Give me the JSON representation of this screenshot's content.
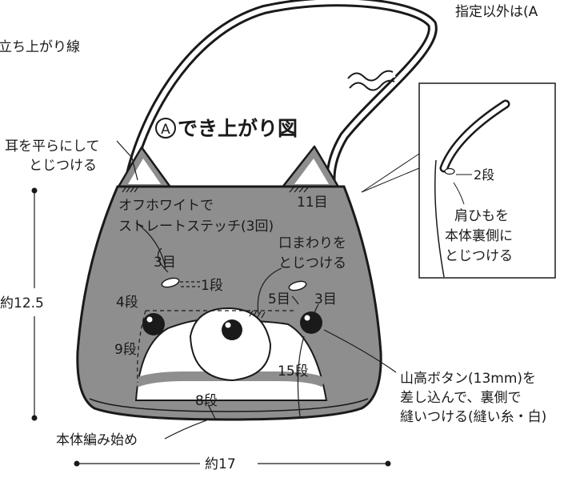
{
  "header": {
    "top_right_note": "指定以外は(A",
    "top_left_note": "立ち上がり線"
  },
  "title": {
    "text": "でき上がり図",
    "marker": "A"
  },
  "labels": {
    "ear_note_line1": "耳を平らにして",
    "ear_note_line2": "とじつける",
    "stitch_note_line1": "オフホワイトで",
    "stitch_note_line2": "ストレートステッチ(3回)",
    "mouth_note_line1": "口まわりを",
    "mouth_note_line2": "とじつける",
    "rows_11": "11目",
    "rows_3a": "3目",
    "rows_1dan": "1段",
    "rows_4dan": "4段",
    "rows_5me": "5目",
    "rows_3b": "3目",
    "rows_9dan": "9段",
    "rows_15dan": "15段",
    "rows_8dan": "8段",
    "height_label": "約12.5",
    "width_label": "約17",
    "start_label": "本体編み始め",
    "button_note_line1": "山高ボタン(13mm)を",
    "button_note_line2": "差し込んで、裏側で",
    "button_note_line3": "縫いつける(縫い糸・白)"
  },
  "inset": {
    "rows_2": "2段",
    "note_line1": "肩ひもを",
    "note_line2": "本体裏側に",
    "note_line3": "とじつける"
  },
  "colors": {
    "body_gray": "#8e8e8e",
    "face_white": "#ffffff",
    "outline": "#1a1a1a",
    "eye": "#1a1a1a"
  }
}
